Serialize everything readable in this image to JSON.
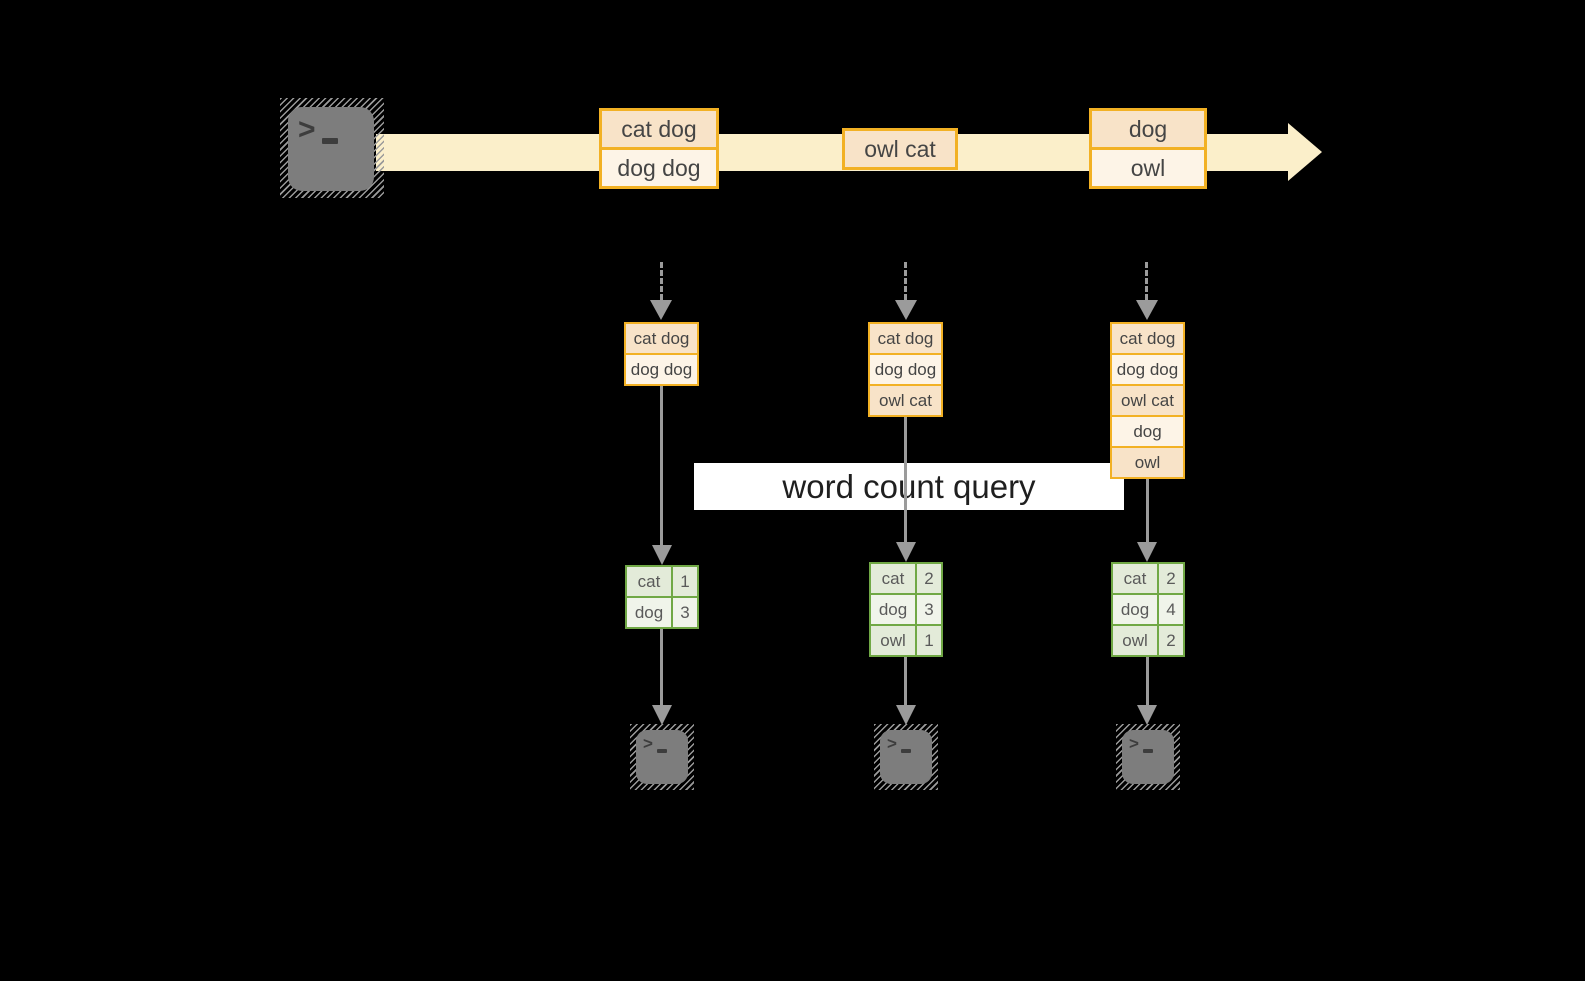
{
  "query_label": "word count query",
  "icons": {
    "prompt_glyph": ">"
  },
  "stream": {
    "batches": [
      {
        "messages": [
          "cat dog",
          "dog dog"
        ]
      },
      {
        "messages": [
          "owl cat"
        ]
      },
      {
        "messages": [
          "dog",
          "owl"
        ]
      }
    ]
  },
  "columns": [
    {
      "accumulated": [
        "cat dog",
        "dog dog"
      ],
      "counts": [
        {
          "word": "cat",
          "count": "1"
        },
        {
          "word": "dog",
          "count": "3"
        }
      ]
    },
    {
      "accumulated": [
        "cat dog",
        "dog dog",
        "owl cat"
      ],
      "counts": [
        {
          "word": "cat",
          "count": "2"
        },
        {
          "word": "dog",
          "count": "3"
        },
        {
          "word": "owl",
          "count": "1"
        }
      ]
    },
    {
      "accumulated": [
        "cat dog",
        "dog dog",
        "owl cat",
        "dog",
        "owl"
      ],
      "counts": [
        {
          "word": "cat",
          "count": "2"
        },
        {
          "word": "dog",
          "count": "4"
        },
        {
          "word": "owl",
          "count": "2"
        }
      ]
    }
  ],
  "colors": {
    "band": "#fbefca",
    "orange": "#f2b124",
    "peach": "#f8e3c8",
    "cream": "#fdf4e7",
    "green": "#70a845",
    "greena": "#e3ebd9",
    "greenb": "#f0f4ea",
    "gray": "#9b9b9b",
    "terminal": "#7d7d7d",
    "glyph": "#3d3d3d",
    "celltext": "#454545",
    "greentext": "#5a5a5a",
    "querybg": "#ffffff",
    "querytext": "#1f1f1f"
  }
}
